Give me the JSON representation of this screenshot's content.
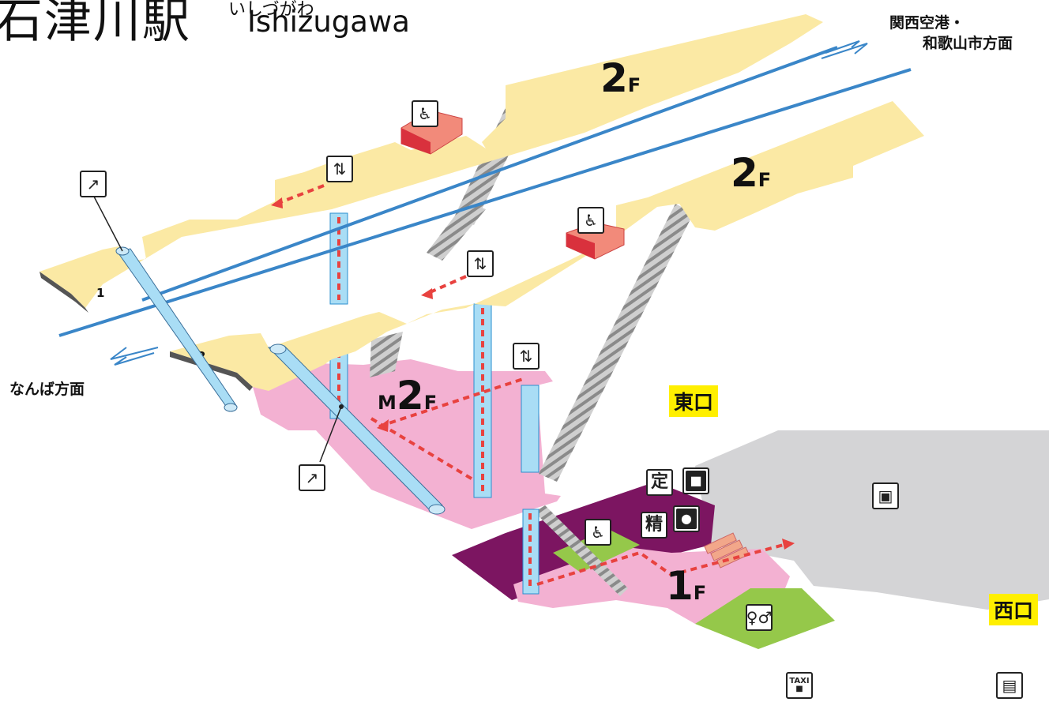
{
  "station": {
    "name_jp": "石津川駅",
    "ruby": "いしづがわ",
    "name_en": "Ishizugawa"
  },
  "directions": {
    "up": [
      "関西空港・",
      "和歌山市方面"
    ],
    "down": "なんば方面"
  },
  "floors": {
    "f2_top": {
      "num": "2",
      "unit": "F"
    },
    "f2_bottom": {
      "num": "2",
      "unit": "F"
    },
    "m2": {
      "prefix": "M",
      "num": "2",
      "unit": "F"
    },
    "f1": {
      "num": "1",
      "unit": "F"
    }
  },
  "platforms": {
    "p1": "1",
    "p2": "2"
  },
  "exits": {
    "east": "東口",
    "west": "西口"
  },
  "icons": {
    "bench": "bench-icon",
    "elevator": "elevator-icon",
    "escalator": "escalator-icon",
    "teiki": {
      "name": "commuter-pass-icon",
      "glyph": "定"
    },
    "seisan": {
      "name": "fare-adjustment-icon",
      "glyph": "精"
    },
    "ticket_machine": "ticket-machine-icon",
    "station_staff": "station-staff-icon",
    "accessible_toilet": "wheelchair-icon",
    "toilet": "toilet-icon",
    "locker": "coin-locker-icon",
    "taxi": {
      "name": "taxi-icon",
      "glyph": "TAXI"
    },
    "bus": "bus-icon"
  },
  "colors": {
    "platform": "#fbe9a4",
    "concourse": "#f3b1d2",
    "purple": "#7c1561",
    "green": "#95c84a",
    "gray": "#d4d4d6",
    "track": "#3a86c8",
    "route": "#e8423f",
    "exit_bg": "#ffef00"
  }
}
